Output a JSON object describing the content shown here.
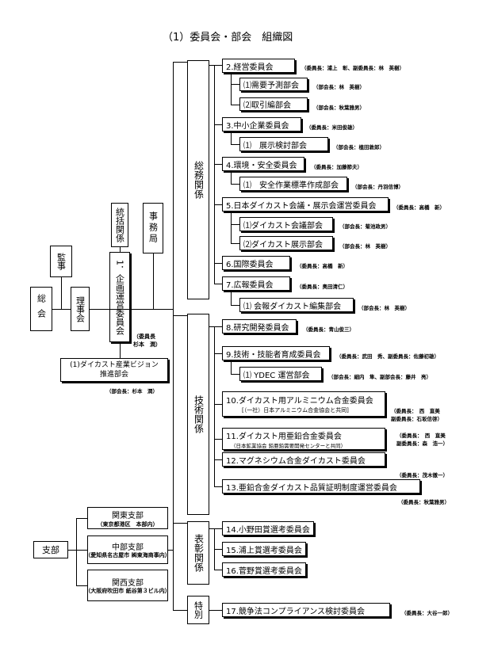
{
  "title": "（1）委員会・部会　組織図",
  "left": {
    "soukai": "総会",
    "rijikai": "理事会",
    "kanji": "監事",
    "toukatsu": "統括関係",
    "jimukyoku": "事務局",
    "kikaku": "1．企画運営委員会",
    "kikaku_chair": "（委員長\n杉本　潤）",
    "vision": "(1)ダイカスト産業ビジョン\n推進部会",
    "vision_chair": "（部会長：杉本　潤）",
    "shibu": "支部"
  },
  "groups": {
    "soumu": "総務関係",
    "gijutsu": "技術関係",
    "hyoushou": "表彰関係",
    "tokubetsu": "特別"
  },
  "branches": [
    {
      "name": "関東支部",
      "sub": "（東京都港区　本部内）"
    },
    {
      "name": "中部支部",
      "sub": "（愛知県名古屋市\n㈱東海商事内）"
    },
    {
      "name": "関西支部",
      "sub": "（大阪府吹田市\n紙谷第３ビル内）"
    }
  ],
  "committees": {
    "c2": "2.経営委員会",
    "c2_chair": "（委員長：浦上　彰、副委員長：林　英樹）",
    "c2_1": "⑴需要予測部会",
    "c2_1_chair": "（部会長：林　英樹）",
    "c2_2": "⑵取引編部会",
    "c2_2_chair": "（部会長：秋葉雅男）",
    "c3": "3.中小企業委員会",
    "c3_chair": "（委員長：米田俊雄）",
    "c3_1": "⑴　展示検討部会",
    "c3_1_chair": "（部会長：植田敦郎）",
    "c4": "4.環境・安全委員会",
    "c4_chair": "（委員長：加藤節夫）",
    "c4_1": "⑴　安全作業標準作成部会",
    "c4_1_chair": "（部会長：丹羽信博）",
    "c5": "5.日本ダイカスト会議・展示会運営委員会",
    "c5_chair": "（委員長：高橋　新）",
    "c5_1": "⑴ダイカスト会議部会",
    "c5_1_chair": "（部会長：菊池政男）",
    "c5_2": "⑵ダイカスト展示部会",
    "c5_2_chair": "（部会長：林　英樹）",
    "c6": "6.国際委員会",
    "c6_chair": "（委員長：高橋　新）",
    "c7": "7.広報委員会",
    "c7_chair": "（委員長：奥田清仁）",
    "c7_1": "⑴ 会報ダイカスト編集部会",
    "c7_1_chair": "（部会長：林　英樹）",
    "c8": "8.研究開発委員会",
    "c8_chair": "（委員長：青山俊三）",
    "c9": "9.技術・技能者育成委員会",
    "c9_chair": "（委員長：武田　秀、副委員長：佐藤初雄）",
    "c9_1": "⑴ YDEC 運営部会",
    "c9_1_chair": "（部会長：細内　隼、副部会長：藤井　亮）",
    "c10": "10.ダイカスト用アルミニウム合金委員会",
    "c10_sub": "[（一社）日本アルミニウム合金協会と共同]",
    "c10_chair": "（委員長：　西　直美\n副委員長：石坂信啓）",
    "c11": "11.ダイカスト用亜鉛合金委員会",
    "c11_sub": "（日本鉱業協会 鉛亜鉛需要開発センターと共同）",
    "c11_chair": "（委員長：　西　直美\n副委員長：森　浩一）",
    "c12": "12.マグネシウム合金ダイカスト委員会",
    "c12_chair": "（委員長：茂木徹一）",
    "c13": "13.亜鉛合金ダイカスト品質証明制度運営委員会",
    "c13_chair": "（委員長：秋葉雅男）",
    "c14": "14.小野田賞選考委員会",
    "c15": "15.浦上賞選考委員会",
    "c16": "16.菅野賞選考委員会",
    "c17": "17.競争法コンプライアンス検討委員会",
    "c17_chair": "（委員長：大谷一郎）"
  }
}
